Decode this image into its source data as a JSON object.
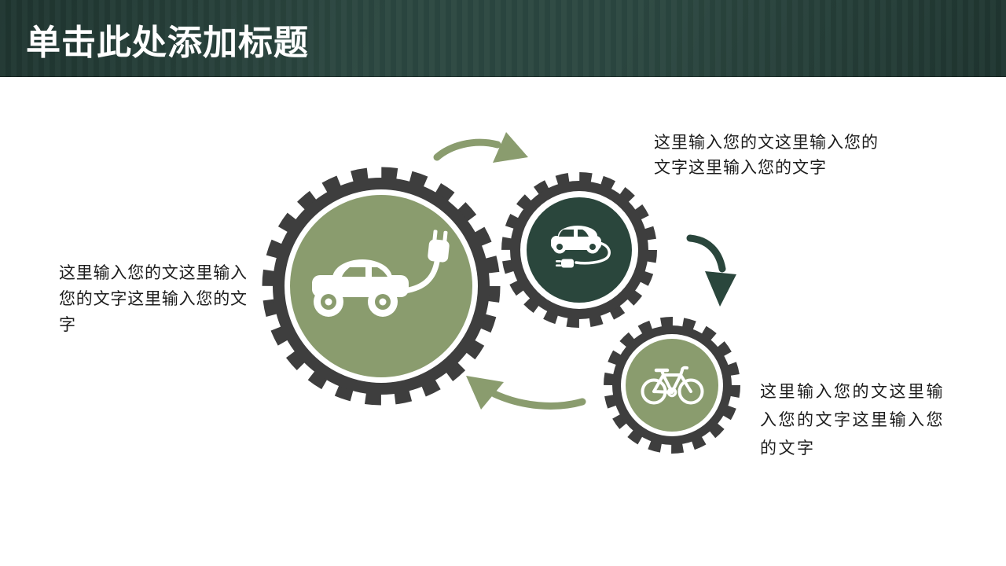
{
  "header": {
    "title": "单击此处添加标题"
  },
  "diagram": {
    "gears": [
      {
        "name": "gear-large",
        "icon": "electric-car-plug-icon",
        "circle_color": "#8a9c6e"
      },
      {
        "name": "gear-medium",
        "icon": "car-charging-cable-icon",
        "circle_color": "#2a463c"
      },
      {
        "name": "gear-small",
        "icon": "bicycle-icon",
        "circle_color": "#8a9c6e"
      }
    ],
    "arrows": [
      {
        "name": "curved-arrow-top",
        "direction": "right",
        "color": "#8a9c6e"
      },
      {
        "name": "curved-arrow-right",
        "direction": "down",
        "color": "#2a463c"
      },
      {
        "name": "curved-arrow-bottom",
        "direction": "left",
        "color": "#8a9c6e"
      }
    ],
    "text_blocks": [
      {
        "position": "left",
        "text": "这里输入您的文这里输入您的文字这里输入您的文字"
      },
      {
        "position": "top-right",
        "text": "这里输入您的文这里输入您的文字这里输入您的文字"
      },
      {
        "position": "bottom-right",
        "text": "这里输入您的文这里输入您的文字这里输入您的文字"
      }
    ]
  },
  "colors": {
    "sage": "#8a9c6e",
    "dark_green": "#2a463c",
    "gear_gray": "#3e3e3e",
    "header_green": "#2c4841",
    "header_green_dark": "#1f3530",
    "text": "#1c1c1c",
    "title_text": "#ffffff",
    "background": "#ffffff"
  }
}
